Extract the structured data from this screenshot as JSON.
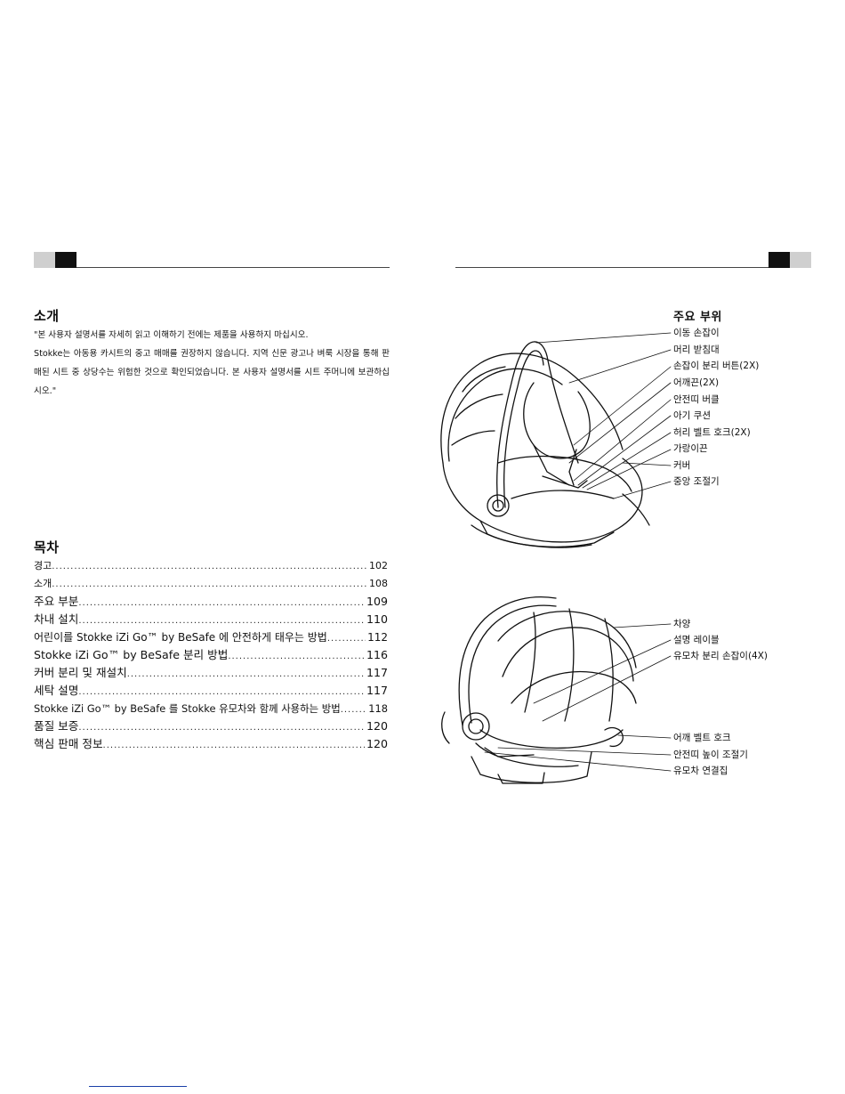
{
  "intro": {
    "title": "소개",
    "paragraphs": [
      "\"본 사용자 설명서를 자세히 읽고 이해하기 전에는 제품을 사용하지 마십시오.",
      "Stokke는 아동용 카시트의 중고 매매를 권장하지 않습니다. 지역 신문 광고나 벼룩 시장을 통해 판매된 시트 중 상당수는 위험한 것으로 확인되었습니다. 본 사용자 설명서를 시트 주머니에 보관하십시오.\""
    ]
  },
  "toc": {
    "title": "목차",
    "entries": [
      {
        "title": "경고",
        "page": "102"
      },
      {
        "title": "소개",
        "page": "108"
      },
      {
        "title": "주요 부분",
        "page": "109"
      },
      {
        "title": "차내 설치",
        "page": "110"
      },
      {
        "title": "어린이를 Stokke iZi Go™ by BeSafe 에 안전하게 태우는 방법",
        "page": "112"
      },
      {
        "title": "Stokke iZi Go™ by BeSafe 분리 방법",
        "page": "116"
      },
      {
        "title": "커버 분리 및 재설치",
        "page": "117"
      },
      {
        "title": "세탁 설명",
        "page": "117"
      },
      {
        "title": "Stokke iZi Go™ by BeSafe 를 Stokke 유모차와 함께 사용하는 방법",
        "page": "118"
      },
      {
        "title": "품질 보증",
        "page": "120"
      },
      {
        "title": "핵심 판매 정보",
        "page": "120"
      }
    ]
  },
  "parts": {
    "title": "주요 부위",
    "top_labels": [
      "이동 손잡이",
      "머리 받침대",
      "손잡이 분리 버튼(2X)",
      "어깨끈(2X)",
      "안전띠 버클",
      "아기 쿠션",
      "허리 벨트 호크(2X)",
      "가랑이끈",
      "커버",
      "중앙 조절기"
    ],
    "bottom_labels_upper": [
      "차양",
      "설명 레이블",
      "유모차 분리 손잡이(4X)"
    ],
    "bottom_labels_lower": [
      "어깨 벨트 호크",
      "안전띠 높이 조절기",
      "유모차 연결집"
    ]
  }
}
